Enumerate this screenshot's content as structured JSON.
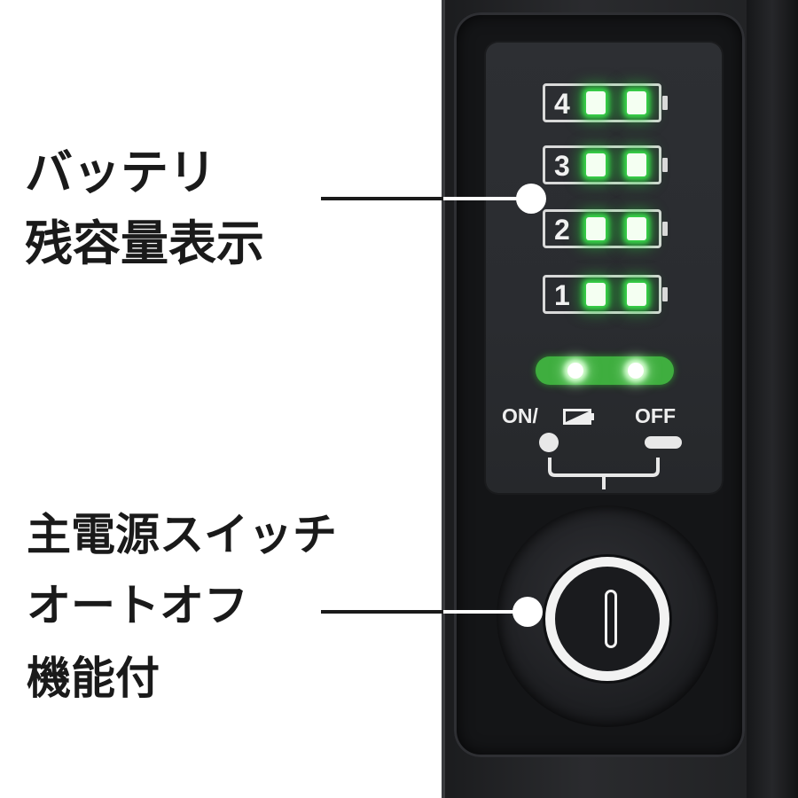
{
  "callouts": {
    "battery_line1": "バッテリ",
    "battery_line2": "残容量表示",
    "switch_line1": "主電源スイッチ",
    "switch_line2": "オートオフ",
    "switch_line3": "機能付"
  },
  "indicator": {
    "levels": [
      {
        "number": "4",
        "leds_lit": 2
      },
      {
        "number": "3",
        "leds_lit": 2
      },
      {
        "number": "2",
        "leds_lit": 2
      },
      {
        "number": "1",
        "leds_lit": 2
      }
    ],
    "on_label": "ON/",
    "off_label": "OFF",
    "led_color": "#39d94a",
    "status_bar_color": "#3fae3f"
  },
  "power_button": {
    "icon": "power-icon"
  }
}
